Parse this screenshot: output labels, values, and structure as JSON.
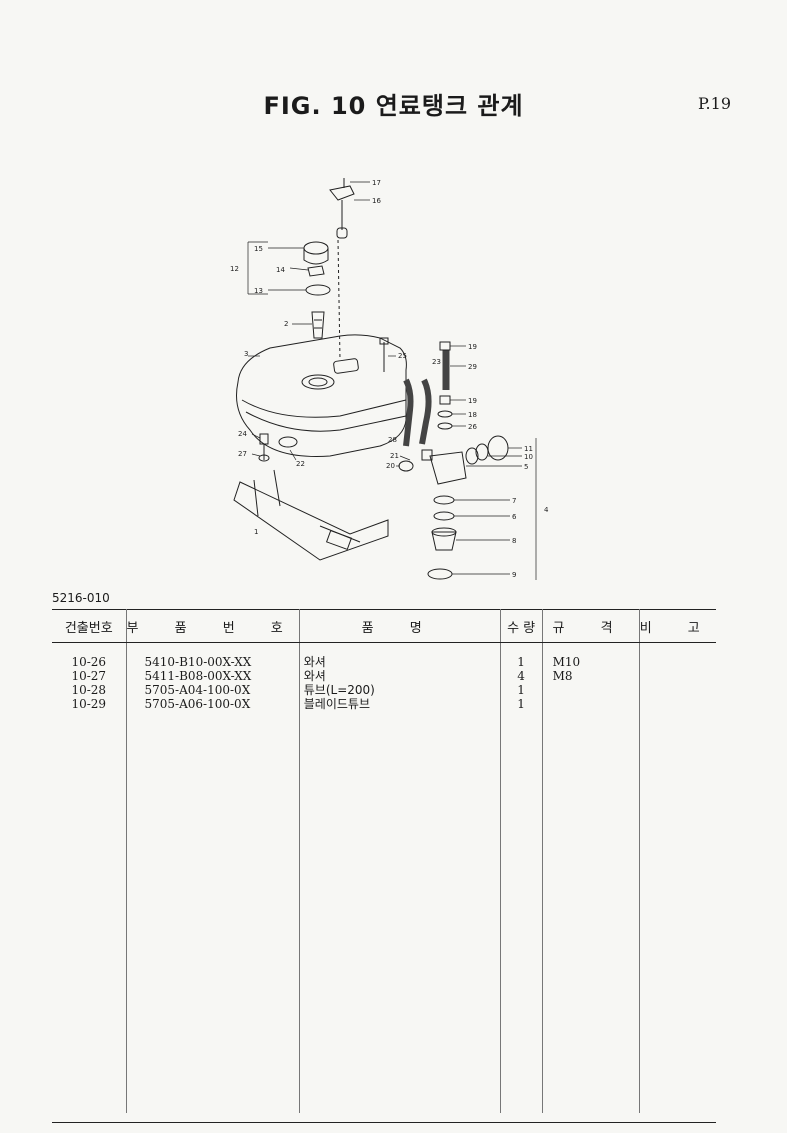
{
  "header": {
    "figure_title": "FIG. 10 연료탱크 관계",
    "page_number": "P.19"
  },
  "diagram": {
    "callouts": [
      "17",
      "16",
      "15",
      "14",
      "13",
      "12",
      "2",
      "3",
      "25",
      "19",
      "23",
      "29",
      "19",
      "18",
      "26",
      "11",
      "10",
      "5",
      "28",
      "21",
      "20",
      "24",
      "27",
      "22",
      "7",
      "6",
      "4",
      "1",
      "8",
      "9"
    ]
  },
  "reference_code": "5216-010",
  "table": {
    "headers": [
      "건출번호",
      "부 품 번 호",
      "품 명",
      "수 량",
      "규 격",
      "비 고"
    ],
    "rows": [
      {
        "no": "10-26",
        "part": "5410-B10-00X-XX",
        "name": "와셔",
        "qty": "1",
        "spec": "M10",
        "note": ""
      },
      {
        "no": "10-27",
        "part": "5411-B08-00X-XX",
        "name": "와셔",
        "qty": "4",
        "spec": "M8",
        "note": ""
      },
      {
        "no": "10-28",
        "part": "5705-A04-100-0X",
        "name": "튜브(L=200)",
        "qty": "1",
        "spec": "",
        "note": ""
      },
      {
        "no": "10-29",
        "part": "5705-A06-100-0X",
        "name": "블레이드튜브",
        "qty": "1",
        "spec": "",
        "note": ""
      }
    ]
  }
}
